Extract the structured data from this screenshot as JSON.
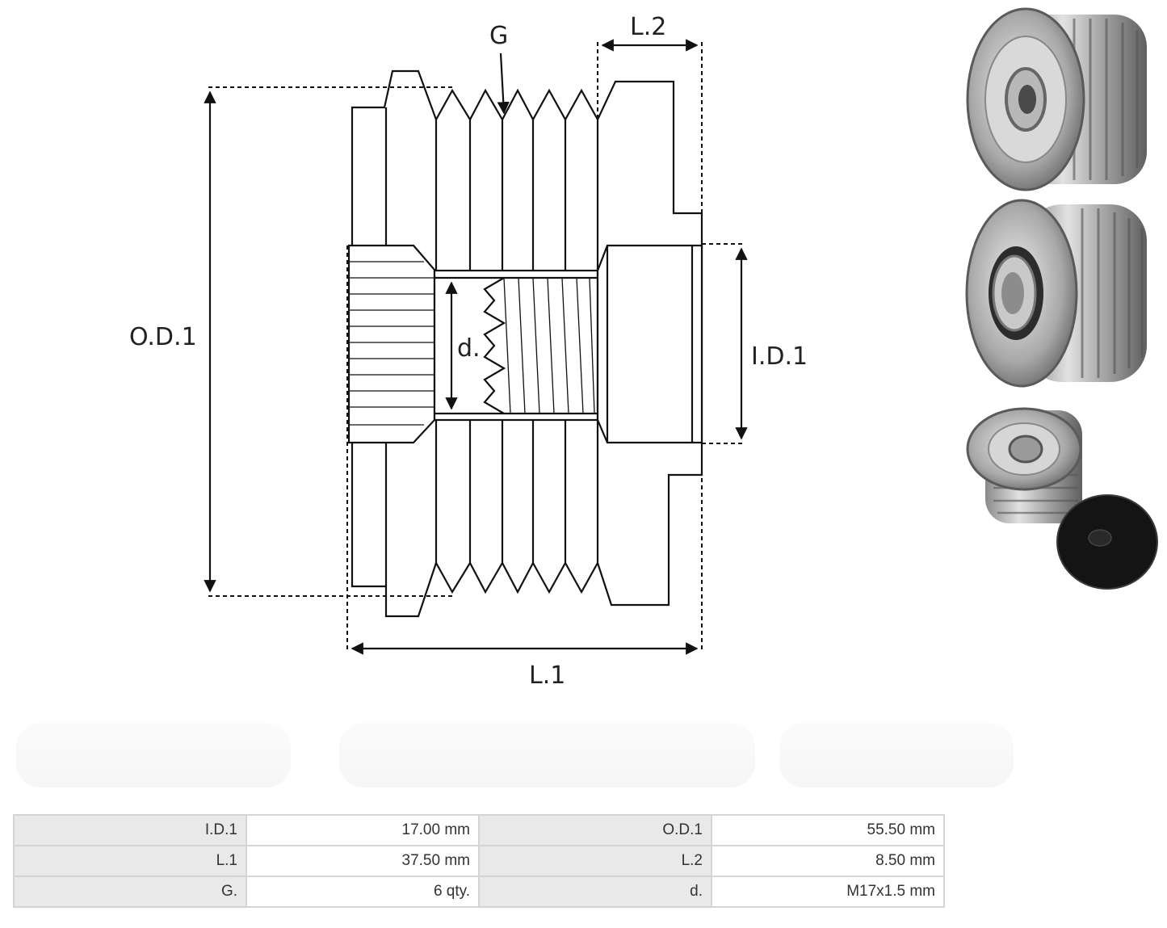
{
  "diagram": {
    "labels": {
      "groove": "G",
      "length2": "L.2",
      "outer_diameter": "O.D.1",
      "thread": "d.",
      "inner_diameter": "I.D.1",
      "length1": "L.1"
    }
  },
  "photos": [
    {
      "name": "pulley-front-view",
      "icon": "splined-pulley"
    },
    {
      "name": "pulley-rear-view",
      "icon": "bearing-pulley"
    },
    {
      "name": "pulley-with-cap",
      "icon": "pulley-and-cap"
    }
  ],
  "specs": {
    "rows": [
      {
        "k1": "I.D.1",
        "v1": "17.00 mm",
        "k2": "O.D.1",
        "v2": "55.50 mm"
      },
      {
        "k1": "L.1",
        "v1": "37.50 mm",
        "k2": "L.2",
        "v2": "8.50 mm"
      },
      {
        "k1": "G.",
        "v1": "6 qty.",
        "k2": "d.",
        "v2": "M17x1.5 mm"
      }
    ]
  },
  "colors": {
    "line": "#111111",
    "metal_light": "#d8d8d8",
    "metal_dark": "#6f6f6f",
    "table_key_bg": "#e9e9e9",
    "table_border": "#d4d4d4"
  }
}
